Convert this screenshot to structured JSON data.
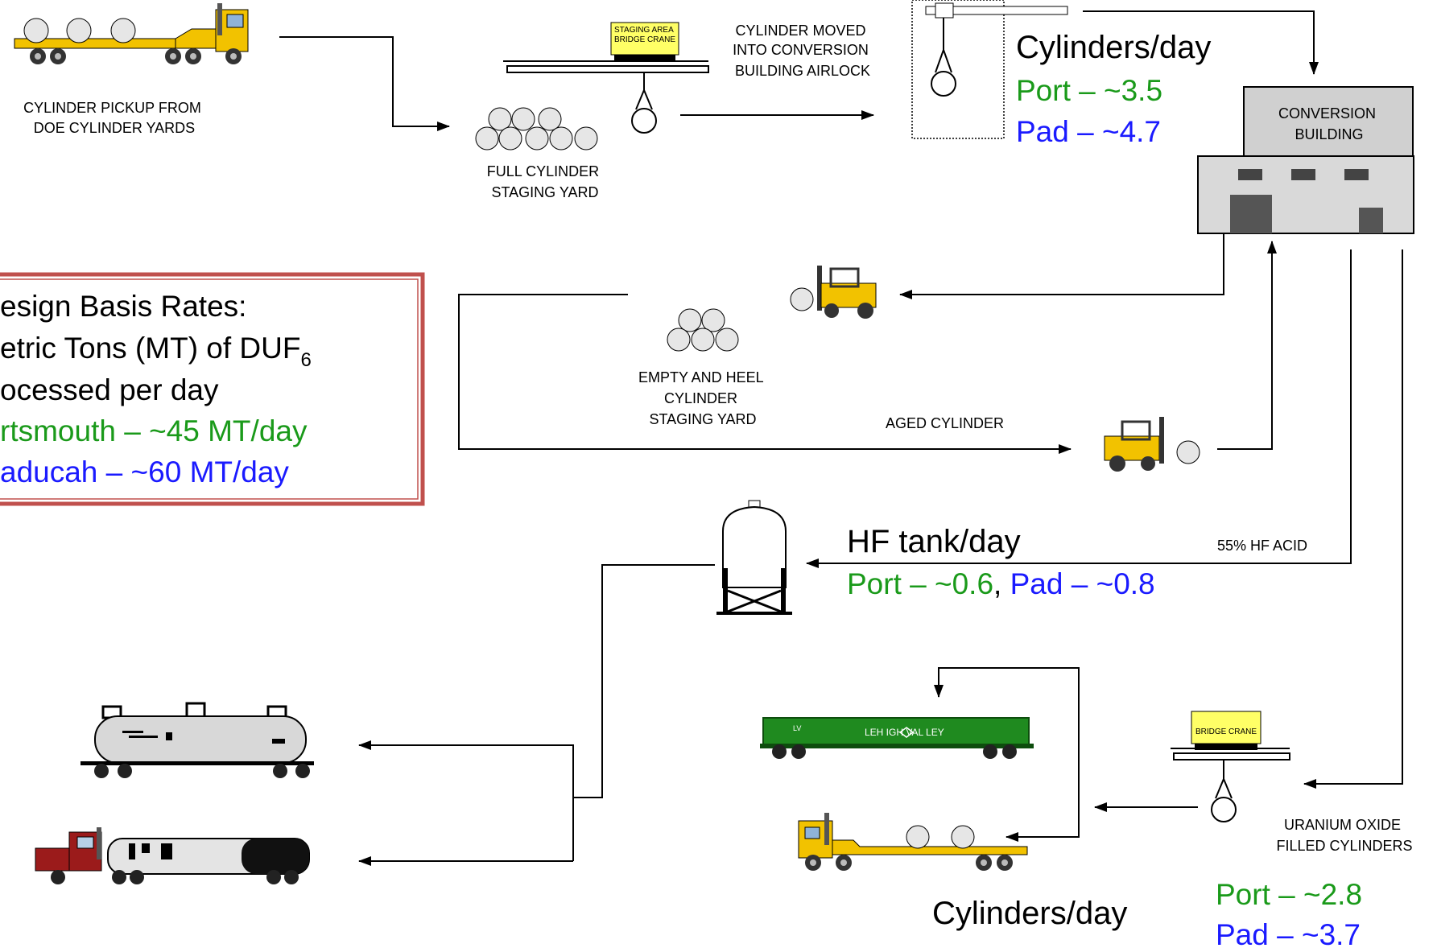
{
  "labels": {
    "cylinder_pickup": [
      "CYLINDER PICKUP FROM",
      "DOE CYLINDER YARDS"
    ],
    "staging_area_crane": [
      "STAGING AREA",
      "BRIDGE CRANE"
    ],
    "full_cylinder_yard": [
      "FULL CYLINDER",
      "STAGING YARD"
    ],
    "cylinder_moved": [
      "CYLINDER MOVED",
      "INTO CONVERSION",
      "BUILDING AIRLOCK"
    ],
    "conversion_building": [
      "CONVERSION",
      "BUILDING"
    ],
    "empty_heel_yard": [
      "EMPTY AND HEEL",
      "CYLINDER",
      "STAGING YARD"
    ],
    "aged_cylinder": "AGED CYLINDER",
    "hf_acid": "55% HF ACID",
    "bridge_crane": "BRIDGE CRANE",
    "uranium_oxide": [
      "URANIUM OXIDE",
      "FILLED CYLINDERS"
    ],
    "railcar_text": "LEH IGH  VAL LEY",
    "railcar_id": "LV"
  },
  "rates_top": {
    "title": "Cylinders/day",
    "port": "Port – ~3.5",
    "pad": "Pad – ~4.7"
  },
  "design_basis": {
    "line1": "esign Basis Rates:",
    "line2_prefix": "etric Tons (MT) of DUF",
    "line2_sub": "6",
    "line3": "ocessed per day",
    "portsmouth": "rtsmouth – ~45 MT/day",
    "paducah": "aducah – ~60 MT/day"
  },
  "hf_rates": {
    "title": "HF tank/day",
    "port": "Port – ~0.6",
    "sep": ", ",
    "pad": "Pad – ~0.8"
  },
  "rates_bottom": {
    "title": "Cylinders/day",
    "port": "Port – ~2.8",
    "pad": "Pad – ~3.7"
  },
  "colors": {
    "port": "#1a9a1a",
    "pad": "#1a1aff",
    "box_border": "#c0504d",
    "truck_yellow": "#f2c200",
    "building_gray": "#d0d0d0",
    "crane_yellow": "#ffff66",
    "railcar_green": "#1f8a1f",
    "tanker_gray": "#d8d8d8",
    "truck_red": "#9b1b1b"
  },
  "icons": [
    "flatbed-truck-icon",
    "bridge-crane-icon",
    "cylinder-stack-icon",
    "conversion-building-icon",
    "forklift-icon",
    "hf-tank-icon",
    "rail-tank-car-icon",
    "tanker-truck-icon",
    "gondola-railcar-icon"
  ]
}
